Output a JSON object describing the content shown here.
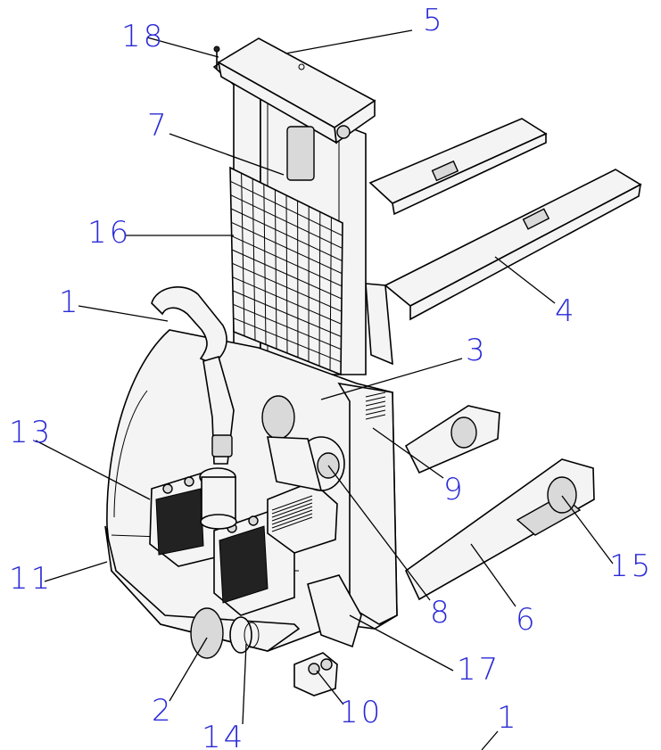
{
  "callouts": [
    {
      "id": "18",
      "text": "18"
    },
    {
      "id": "5",
      "text": "5"
    },
    {
      "id": "7",
      "text": "7"
    },
    {
      "id": "16",
      "text": "16"
    },
    {
      "id": "1a",
      "text": "1"
    },
    {
      "id": "4",
      "text": "4"
    },
    {
      "id": "3",
      "text": "3"
    },
    {
      "id": "13",
      "text": "13"
    },
    {
      "id": "9",
      "text": "9"
    },
    {
      "id": "15",
      "text": "15"
    },
    {
      "id": "11",
      "text": "11"
    },
    {
      "id": "6",
      "text": "6"
    },
    {
      "id": "8",
      "text": "8"
    },
    {
      "id": "17",
      "text": "17"
    },
    {
      "id": "2",
      "text": "2"
    },
    {
      "id": "10",
      "text": "10"
    },
    {
      "id": "14",
      "text": "14"
    },
    {
      "id": "1b",
      "text": "1"
    }
  ],
  "colors": {
    "callout_text": "#2a2ad8",
    "line": "#000000",
    "background": "#ffffff"
  }
}
